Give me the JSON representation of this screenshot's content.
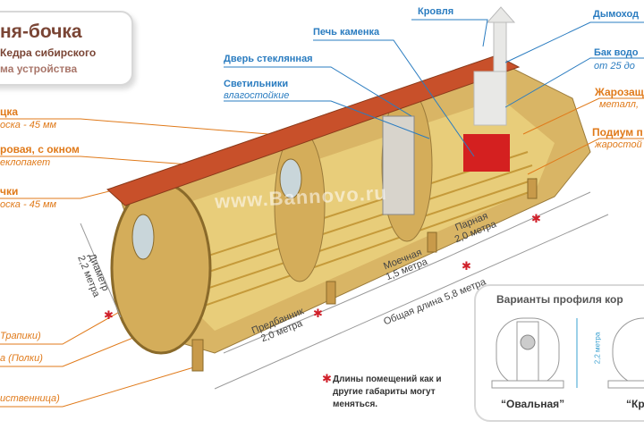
{
  "title": {
    "main": "ня-бочка",
    "sub": "Кедра сибирского",
    "sub2": "ма устройства"
  },
  "left_labels": [
    {
      "label": "цка",
      "detail": "оска - 45 мм"
    },
    {
      "label": "ровая, с окном",
      "detail": "еклопакет"
    },
    {
      "label": "чки",
      "detail": "оска - 45 мм"
    },
    {
      "label": "",
      "detail": "Трапики)"
    },
    {
      "label": "",
      "detail": "а (Полки)"
    },
    {
      "label": "",
      "detail": "иственница)"
    }
  ],
  "top_labels": {
    "roof": "Кровля",
    "stove": "Печь каменка",
    "door": "Дверь стеклянная",
    "lights": "Светильники",
    "lights_detail": "влагостойкие",
    "chimney": "Дымоход",
    "tank": "Бак водо",
    "tank_detail": "от 25 до",
    "shield": "Жарозащ",
    "shield_detail": "металл,",
    "podium": "Подиум п",
    "podium_detail": "жаростой"
  },
  "watermark": "www.Bannovo.ru",
  "dimensions": {
    "diameter": [
      "Диаметр",
      "2,2 метра"
    ],
    "steam": [
      "Парная",
      "2,0 метра"
    ],
    "wash": [
      "Моечная",
      "1,5 метра"
    ],
    "total": "Общая длина 5,8 метра",
    "lobby": [
      "Предбанник",
      "2,0 метра"
    ]
  },
  "note": "Длины помещений как и другие габариты могут меняться.",
  "profiles": {
    "title": "Варианты профиля кор",
    "height": "2,2 метра",
    "oval": "“Овальная”",
    "second": "“Кр"
  },
  "colors": {
    "orange": "#e07a1a",
    "blue": "#2a7cc0",
    "roof": "#c8502a",
    "wood": "#d9b565",
    "stove": "#d42020"
  }
}
